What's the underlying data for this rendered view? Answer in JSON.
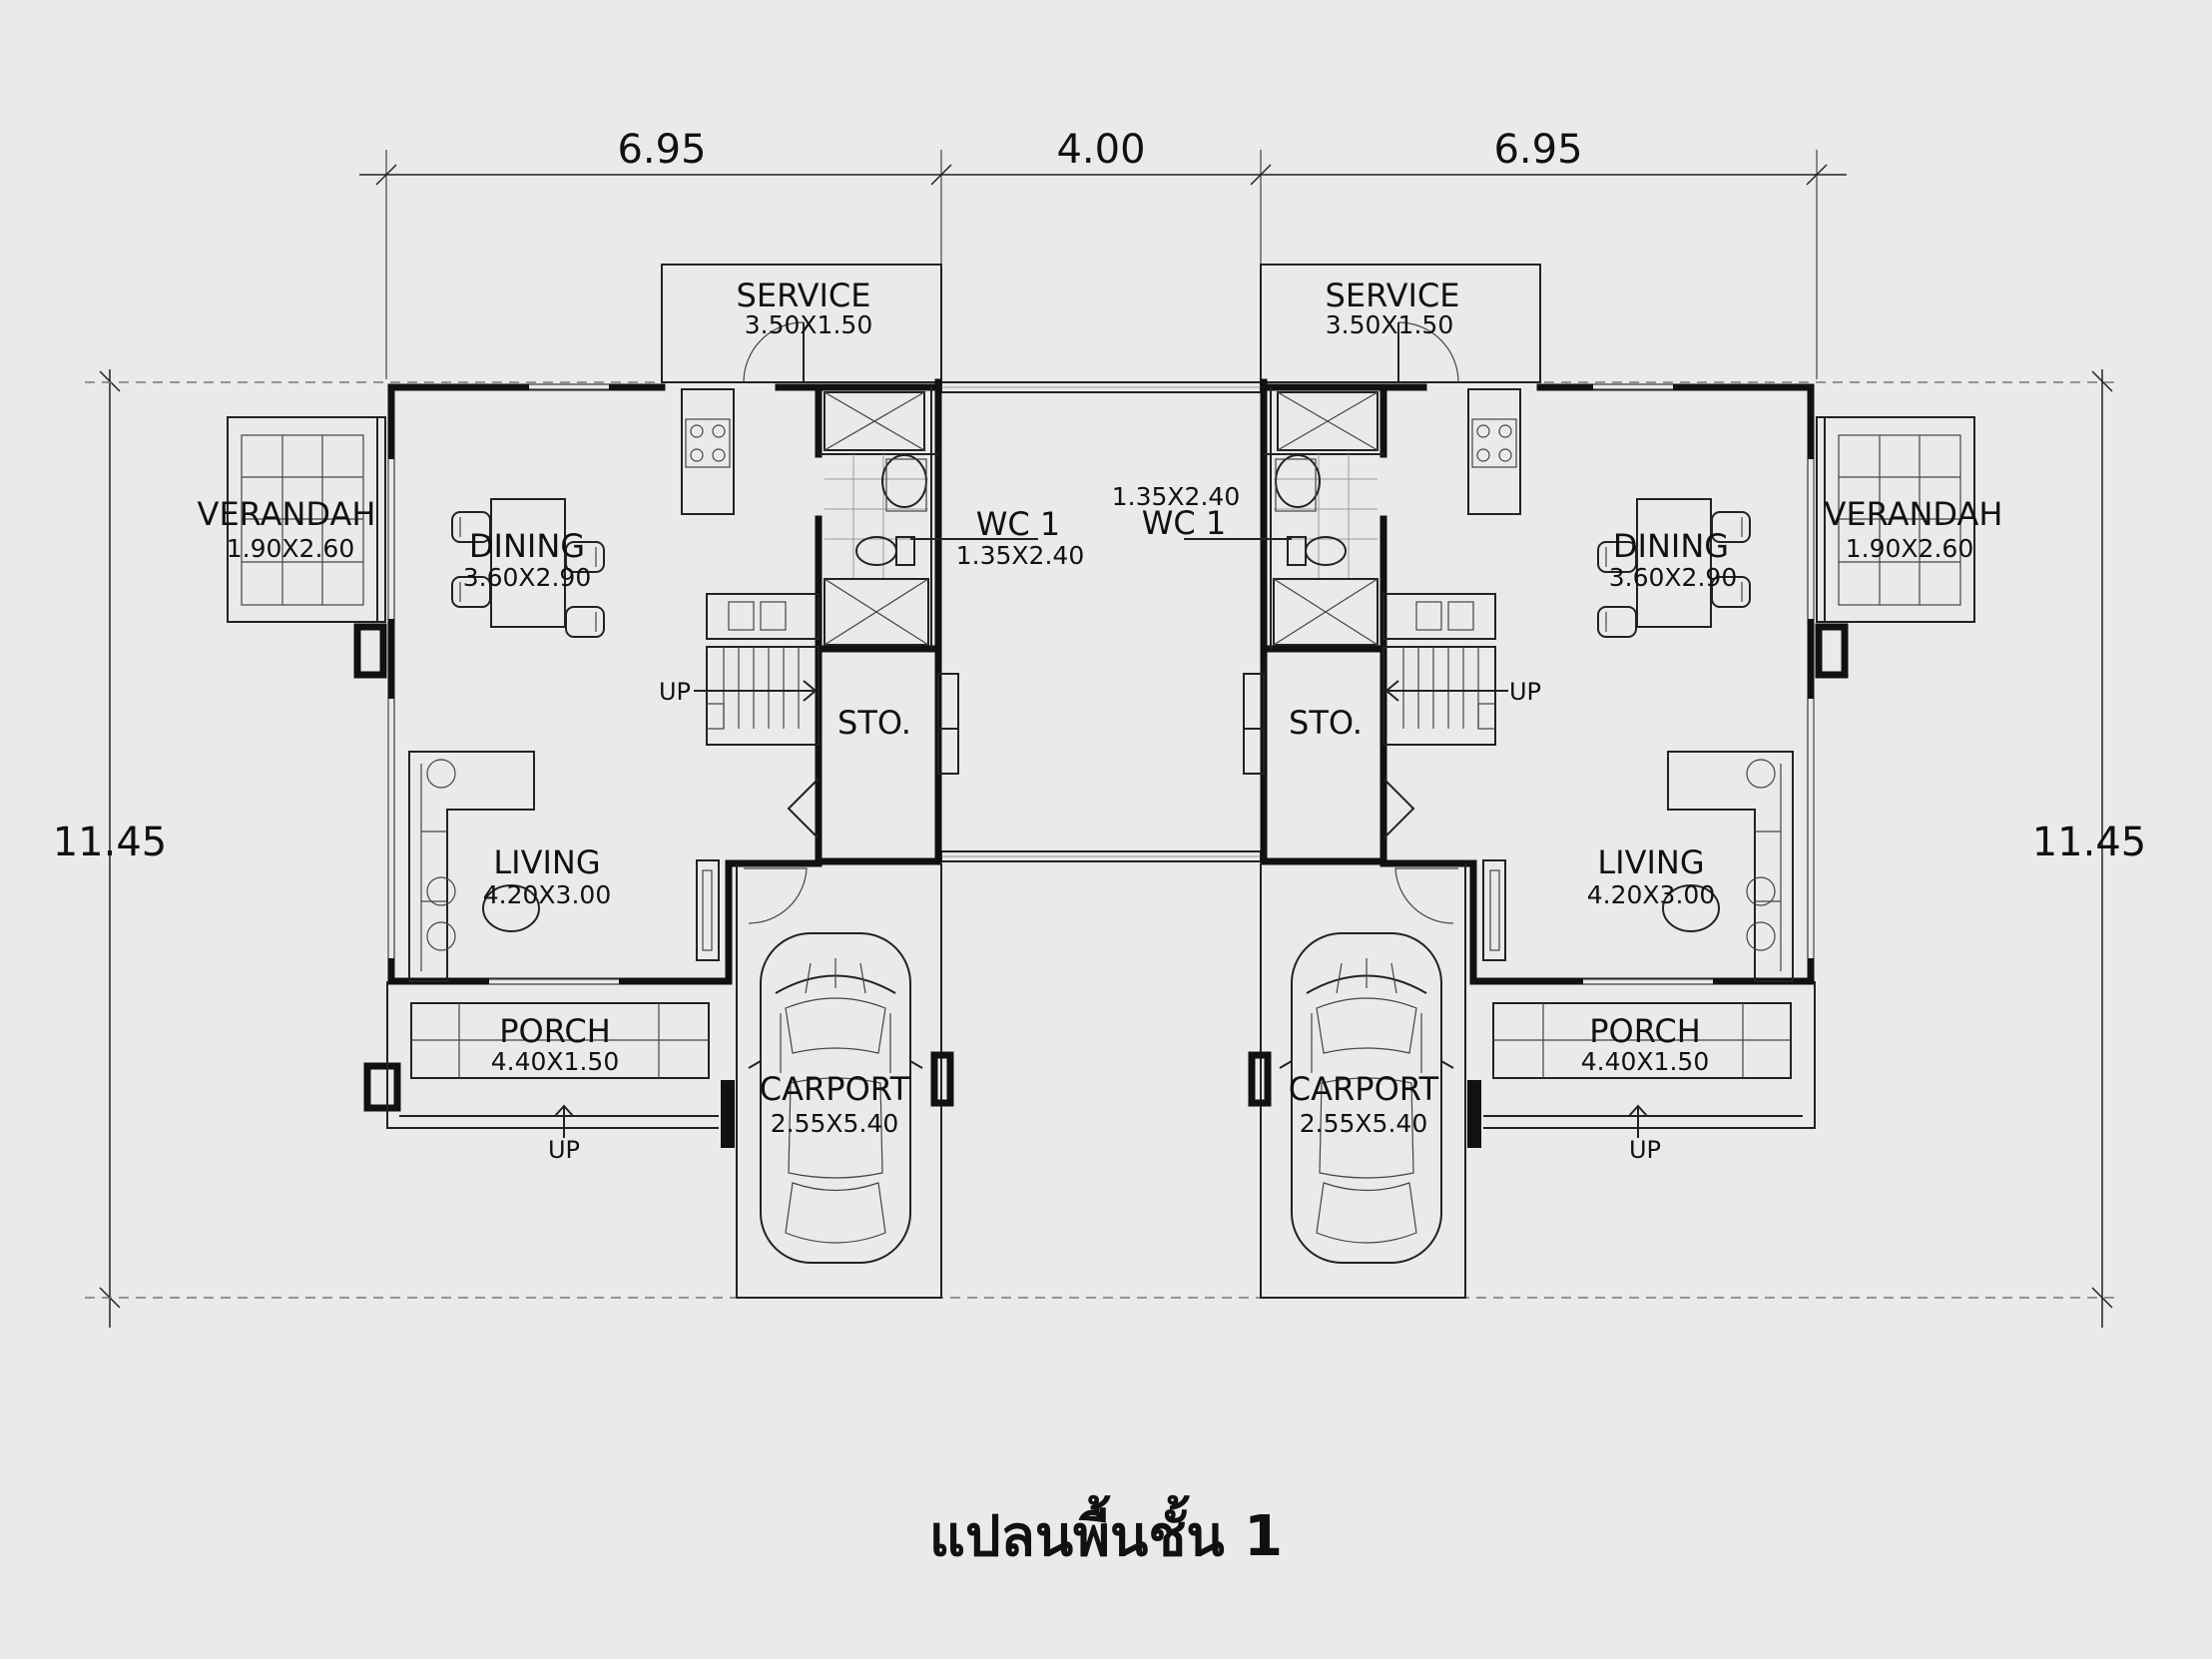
{
  "dimensions": {
    "top": [
      "6.95",
      "4.00",
      "6.95"
    ],
    "left": "11.45",
    "right": "11.45"
  },
  "units": {
    "left": {
      "service": {
        "name": "SERVICE",
        "size": "3.50X1.50"
      },
      "verandah": {
        "name": "VERANDAH",
        "size": "1.90X2.60"
      },
      "dining": {
        "name": "DINING",
        "size": "3.60X2.90"
      },
      "wc": {
        "name": "WC 1",
        "size": "1.35X2.40"
      },
      "storage": {
        "name": "STO."
      },
      "living": {
        "name": "LIVING",
        "size": "4.20X3.00"
      },
      "porch": {
        "name": "PORCH",
        "size": "4.40X1.50"
      },
      "carport": {
        "name": "CARPORT",
        "size": "2.55X5.40"
      },
      "stair_up": "UP",
      "porch_up": "UP"
    },
    "right": {
      "service": {
        "name": "SERVICE",
        "size": "3.50X1.50"
      },
      "verandah": {
        "name": "VERANDAH",
        "size": "1.90X2.60"
      },
      "dining": {
        "name": "DINING",
        "size": "3.60X2.90"
      },
      "wc": {
        "name": "WC 1",
        "size": "1.35X2.40"
      },
      "storage": {
        "name": "STO."
      },
      "living": {
        "name": "LIVING",
        "size": "4.20X3.00"
      },
      "porch": {
        "name": "PORCH",
        "size": "4.40X1.50"
      },
      "carport": {
        "name": "CARPORT",
        "size": "2.55X5.40"
      },
      "stair_up": "UP",
      "porch_up": "UP"
    }
  },
  "title": "แปลนพื้นชั้น 1",
  "colors": {
    "background": "#ebeaea",
    "line": "#111111"
  }
}
